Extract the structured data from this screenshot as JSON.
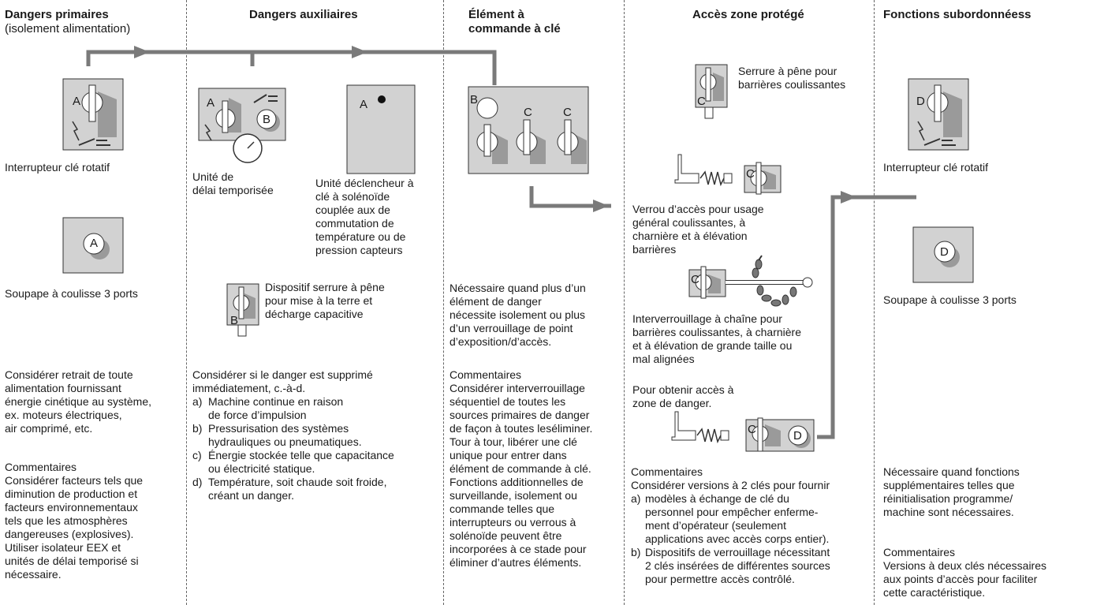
{
  "col1": {
    "title": "Dangers primaires",
    "subtitle": "(isolement alimentation)",
    "device1_label": "Interrupteur clé rotatif",
    "device1_key": "A",
    "device2_label": "Soupape à coulisse 3 ports",
    "device2_key": "A",
    "note": "Considérer retrait de toute\nalimentation fournissant\nénergie cinétique au système,\nex. moteurs électriques,\nair comprimé, etc.",
    "comments_title": "Commentaires",
    "comments": "Considérer facteurs tels que\ndiminution de production et\nfacteurs environnementaux\ntels que les atmosphères\ndangereuses (explosives).\nUtiliser isolateur EEX et\nunités de délai temporisé si\nnécessaire."
  },
  "col2": {
    "title": "Dangers auxiliaires",
    "device1_label": "Unité de\ndélai temporisée",
    "device1_key_a": "A",
    "device1_key_b": "B",
    "device2_label": "Unité déclencheur à\nclé à solénoïde\ncouplée aux de\ncommutation de\ntempérature ou de\npression capteurs",
    "device2_key": "A",
    "device3_label": "Dispositif serrure à pêne\npour mise à la terre et\ndécharge capacitive",
    "device3_key": "B",
    "note_intro": "Considérer si le danger est supprimé\nimmédiatement, c.-à-d.",
    "items": [
      {
        "marker": "a)",
        "text": "Machine continue en raison\nde force d’impulsion"
      },
      {
        "marker": "b)",
        "text": "Pressurisation des systèmes\nhydrauliques ou pneumatiques."
      },
      {
        "marker": "c)",
        "text": "Énergie stockée telle que capacitance\nou électricité statique."
      },
      {
        "marker": "d)",
        "text": "Température, soit chaude soit froide,\ncréant un danger."
      }
    ]
  },
  "col3": {
    "title": "Élément à\ncommande à clé",
    "key_b": "B",
    "key_c1": "C",
    "key_c2": "C",
    "note": "Nécessaire quand plus d’un\nélément de danger\nnécessite isolement ou plus\nd’un verrouillage de point\nd’exposition/d’accès.",
    "comments_title": "Commentaires",
    "comments": "Considérer interverrouillage\nséquentiel de toutes les\nsources primaires de danger\nde façon à toutes leséliminer.\nTour à tour, libérer une clé\nunique pour entrer dans\nélément de commande à clé.\nFonctions additionnelles de\nsurveillande, isolement ou\ncommande telles que\ninterrupteurs ou verrous à\nsolénoïde peuvent être\nincorporées à ce stade pour\néliminer d’autres éléments."
  },
  "col4": {
    "title": "Accès zone protégé",
    "device1_label": "Serrure à pêne pour\nbarrières coulissantes",
    "device1_key": "C",
    "device2_label": "Verrou d’accès pour usage\ngénéral coulissantes, à\ncharnière et à élévation\nbarrières",
    "device2_key": "C",
    "device3_label": "Interverrouillage à chaîne pour\nbarrières coulissantes, à charnière\net à élévation de grande taille ou\nmal alignées",
    "device3_key": "C",
    "access_label": "Pour obtenir accès à\nzone de danger.",
    "device4_key_c": "C",
    "device4_key_d": "D",
    "comments_title": "Commentaires",
    "comments_intro": "Considérer versions à 2 clés pour fournir",
    "items": [
      {
        "marker": "a)",
        "text": "modèles à échange de clé du\npersonnel pour empêcher enferme-\nment d’opérateur (seulement\napplications avec accès corps entier)."
      },
      {
        "marker": "b)",
        "text": "Dispositifs de verrouillage nécessitant\n2 clés insérées de différentes sources\npour permettre accès contrôlé."
      }
    ]
  },
  "col5": {
    "title": "Fonctions subordonnéess",
    "device1_label": "Interrupteur clé rotatif",
    "device1_key": "D",
    "device2_label": "Soupape à coulisse 3 ports",
    "device2_key": "D",
    "note": "Nécessaire quand fonctions\nsupplémentaires telles que\nréinitialisation programme/\nmachine sont nécessaires.",
    "comments_title": "Commentaires",
    "comments": "Versions à deux clés nécessaires\naux points d’accès pour faciliter\ncette caractéristique."
  },
  "colors": {
    "flow_arrow": "#7a7a7a",
    "device_fill": "#d2d2d2",
    "shadow": "#9a9a9a"
  }
}
